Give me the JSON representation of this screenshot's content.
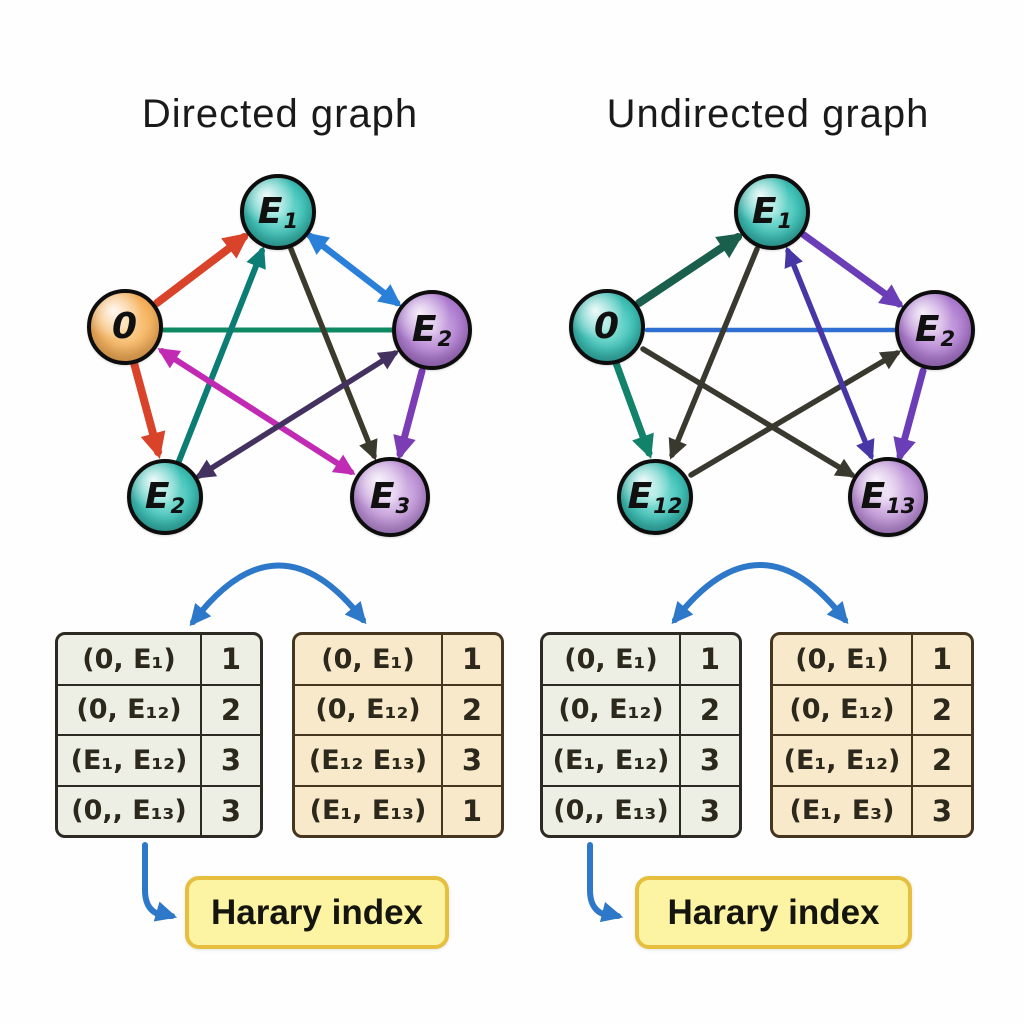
{
  "titles": {
    "left": "Directed graph",
    "right": "Undirected graph"
  },
  "graphs": {
    "left": {
      "nodes": {
        "e1": {
          "main": "E",
          "sub": "1"
        },
        "o": {
          "main": "0",
          "sub": ""
        },
        "e2r": {
          "main": "E",
          "sub": "2"
        },
        "e2b": {
          "main": "E",
          "sub": "2"
        },
        "e3": {
          "main": "E",
          "sub": "3"
        }
      }
    },
    "right": {
      "nodes": {
        "e1": {
          "main": "E",
          "sub": "1"
        },
        "o": {
          "main": "0",
          "sub": ""
        },
        "e2": {
          "main": "E",
          "sub": "2"
        },
        "e12": {
          "main": "E",
          "sub": "12"
        },
        "e13": {
          "main": "E",
          "sub": "13"
        }
      }
    }
  },
  "tables": {
    "directed_distances": {
      "rows": [
        {
          "pair": "(0, E₁)",
          "value": "1"
        },
        {
          "pair": "(0, E₁₂)",
          "value": "2"
        },
        {
          "pair": "(E₁, E₁₂)",
          "value": "3"
        },
        {
          "pair": "(0,, E₁₃)",
          "value": "3"
        }
      ]
    },
    "directed_reciprocal": {
      "rows": [
        {
          "pair": "(0, E₁)",
          "value": "1"
        },
        {
          "pair": "(0, E₁₂)",
          "value": "2"
        },
        {
          "pair": "(E₁₂ E₁₃)",
          "value": "3"
        },
        {
          "pair": "(E₁, E₁₃)",
          "value": "1"
        }
      ]
    },
    "undirected_distances": {
      "rows": [
        {
          "pair": "(0, E₁)",
          "value": "1"
        },
        {
          "pair": "(0, E₁₂)",
          "value": "2"
        },
        {
          "pair": "(E₁, E₁₂)",
          "value": "3"
        },
        {
          "pair": "(0,, E₁₃)",
          "value": "3"
        }
      ]
    },
    "undirected_reciprocal": {
      "rows": [
        {
          "pair": "(0, E₁)",
          "value": "1"
        },
        {
          "pair": "(0, E₁₂)",
          "value": "2"
        },
        {
          "pair": "(E₁, E₁₂)",
          "value": "2"
        },
        {
          "pair": "(E₁, E₃)",
          "value": "3"
        }
      ]
    }
  },
  "callouts": {
    "harary_left": "Harary index",
    "harary_right": "Harary index"
  },
  "colors": {
    "red": "#d8432a",
    "green": "#0e8a63",
    "teal": "#0c7d74",
    "blue": "#2a80d8",
    "olive": "#3c3a2c",
    "magenta": "#c12bb4",
    "indigo": "#43315f",
    "violet": "#7b3cb4",
    "dark_green": "#1a5f4b",
    "teal_green": "#12826a",
    "link_blue": "#2f6fd2",
    "dark_gray": "#3a392f",
    "blue_violet": "#4737a6",
    "violet2": "#6b3eb8",
    "arrow_blue": "#2d78c8",
    "node_teal": "#45c4ba",
    "node_orange": "#f6b564",
    "node_purple": "#b383d2",
    "callout_fill": "#fcf3a3",
    "callout_border": "#e6bf3e"
  }
}
